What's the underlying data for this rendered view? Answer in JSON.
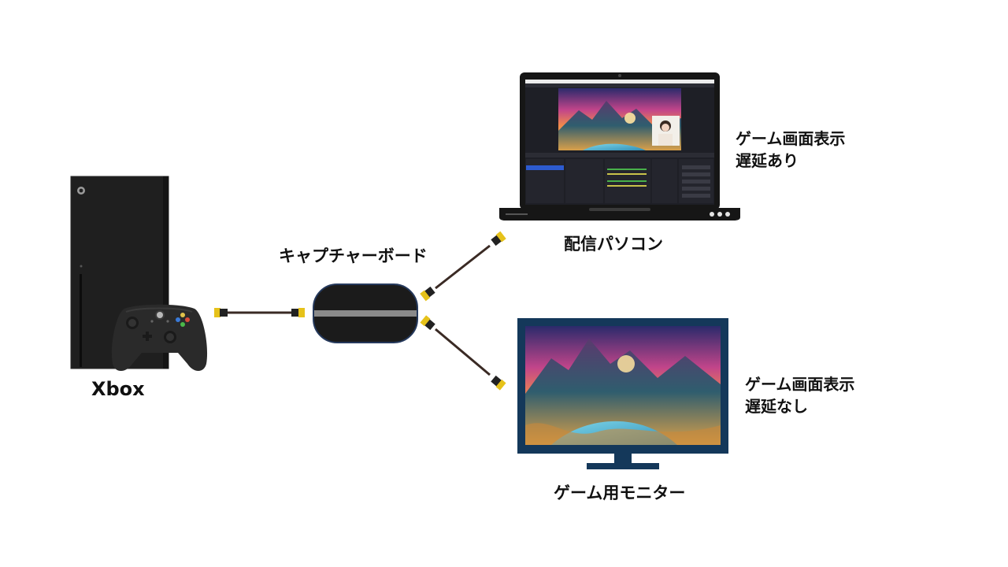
{
  "labels": {
    "xbox": "Xbox",
    "capture_board": "キャプチャーボード",
    "streaming_pc": "配信パソコン",
    "game_monitor": "ゲーム用モニター",
    "pc_note_line1": "ゲーム画面表示",
    "pc_note_line2": "遅延あり",
    "monitor_note_line1": "ゲーム画面表示",
    "monitor_note_line2": "遅延なし"
  },
  "colors": {
    "cable": "#3a2a24",
    "connector_tip": "#e6c21a",
    "capture_body": "#1b1b1b",
    "capture_stripe": "#8a8a8a",
    "capture_outline": "#25395c",
    "monitor_bezel": "#14385a",
    "console_body": "#1f1f1f",
    "controller_body": "#2a2a2a",
    "laptop_body": "#161616"
  },
  "icons": {
    "console": "xbox-series-x-icon",
    "controller": "xbox-controller-icon",
    "capture": "capture-board-icon",
    "laptop": "laptop-icon",
    "monitor": "monitor-icon"
  }
}
